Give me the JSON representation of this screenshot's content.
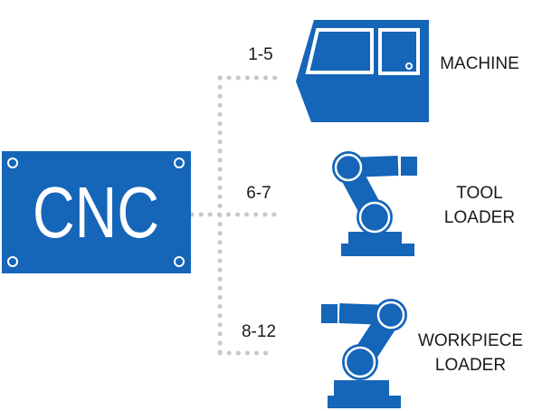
{
  "diagram": {
    "controller": {
      "label": "CNC"
    },
    "devices": [
      {
        "range": "1-5",
        "name_lines": [
          "MACHINE",
          ""
        ],
        "icon": "machine-icon"
      },
      {
        "range": "6-7",
        "name_lines": [
          "TOOL",
          "LOADER"
        ],
        "icon": "robot-arm-icon"
      },
      {
        "range": "8-12",
        "name_lines": [
          "WORKPIECE",
          "LOADER"
        ],
        "icon": "robot-arm-icon"
      }
    ]
  },
  "colors": {
    "accent": "#1565b8",
    "connector": "#c8c8c8",
    "text": "#1a1a1a",
    "background": "#ffffff"
  }
}
